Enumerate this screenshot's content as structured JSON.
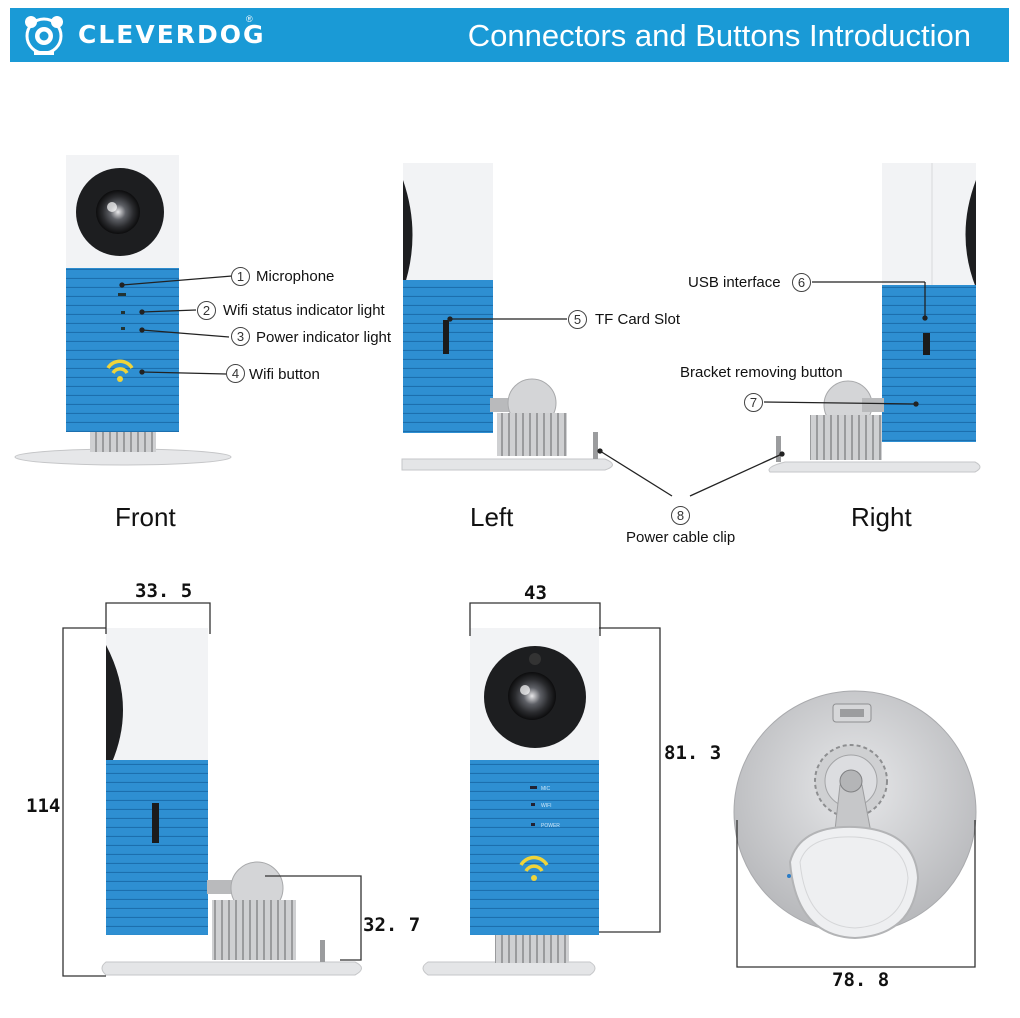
{
  "header": {
    "brand": "CLEVERDOG",
    "registered": "®",
    "title": "Connectors and Buttons Introduction"
  },
  "callouts": [
    {
      "number": "1",
      "label": "Microphone"
    },
    {
      "number": "2",
      "label": "Wifi status indicator light"
    },
    {
      "number": "3",
      "label": "Power indicator light"
    },
    {
      "number": "4",
      "label": "Wifi button"
    },
    {
      "number": "5",
      "label": "TF Card Slot"
    },
    {
      "number": "6",
      "label": "USB interface"
    },
    {
      "number": "7",
      "label": "Bracket removing button"
    },
    {
      "number": "8",
      "label": "Power cable clip"
    }
  ],
  "views": {
    "front": "Front",
    "left": "Left",
    "right": "Right"
  },
  "dimensions": {
    "side_width": "33. 5",
    "side_height": "114",
    "stand_height": "32. 7",
    "front_width": "43",
    "front_height": "81. 3",
    "base_diameter": "78. 8"
  },
  "device_labels": {
    "mic": "MIC",
    "wifi": "WIFI",
    "power": "POWER"
  },
  "colors": {
    "brand_blue": "#1a9ad6",
    "camera_blue": "#2e8fd2",
    "shell_white": "#f2f3f5",
    "stand_gray": "#c9cacc"
  }
}
